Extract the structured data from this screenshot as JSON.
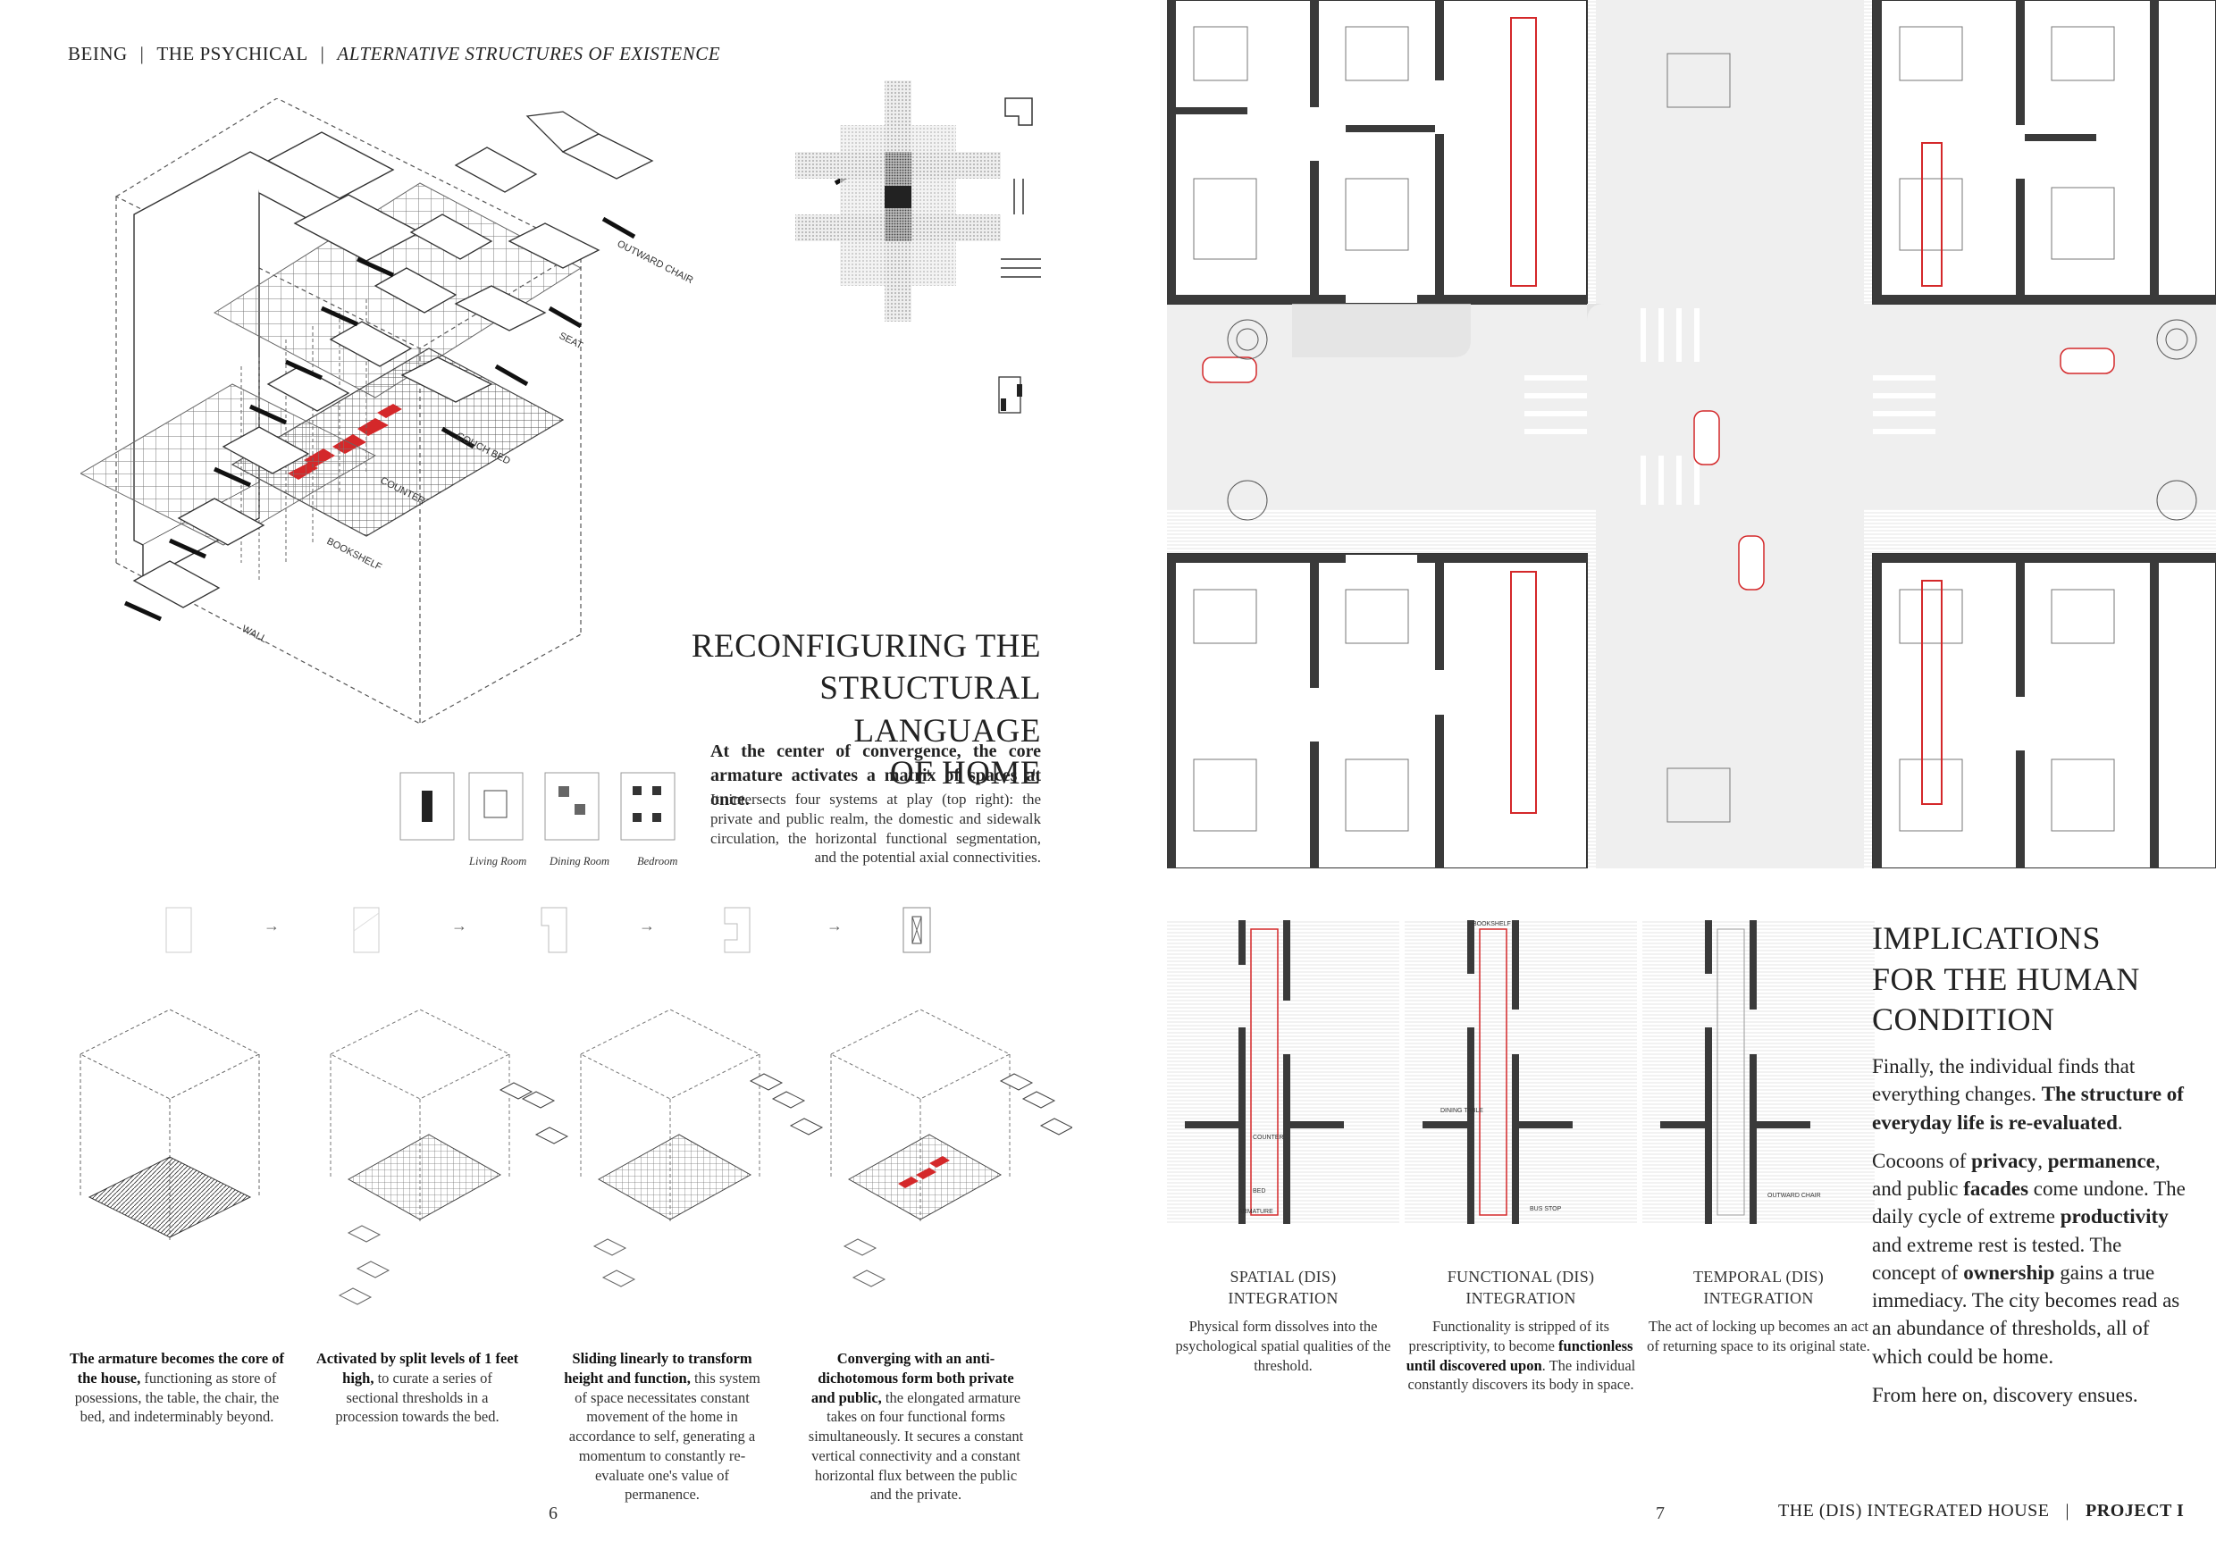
{
  "header": {
    "part1": "BEING",
    "part2": "THE PSYCHICAL",
    "part3": "ALTERNATIVE STRUCTURES OF EXISTENCE"
  },
  "left": {
    "axo_labels": [
      "OUTWARD CHAIR",
      "SEAT",
      "COUCH BED",
      "COUNTER",
      "BOOKSHELF",
      "WALL"
    ],
    "room_labels": [
      "Living Room",
      "Dining Room",
      "Bedroom"
    ],
    "title_lines": [
      "RECONFIGURING THE",
      "STRUCTURAL LANGUAGE",
      "OF HOME"
    ],
    "lead": "At the center of convergence, the core armature activates a matrix of spaces at once.",
    "body": "It intersects four systems at play (top right): the private and public realm, the domestic and sidewalk circulation, the horizontal functional segmentation, and the potential axial connectivities.",
    "arrow": "→",
    "captions": [
      {
        "bold": "The armature becomes the core of the house,",
        "text": " functioning as store of posessions, the table, the chair, the bed, and indeterminably beyond."
      },
      {
        "bold": "Activated by split levels of 1 feet high,",
        "text": " to curate a series of sectional thresholds in a procession towards the bed."
      },
      {
        "bold": "Sliding linearly to transform height and function,",
        "text": " this system of space necessitates constant movement of the home in accordance to self, generating a momentum to constantly re-evaluate one's value of permanence."
      },
      {
        "bold": "Converging with an anti-dichotomous form both private and public,",
        "text": " the elongated armature takes on four functional forms simultaneously. It secures a constant vertical connectivity and a constant horizontal flux between the public and the private."
      }
    ],
    "page_number": "6"
  },
  "right": {
    "plan_labels": [
      "BUS STOP",
      "ARMATURE",
      "DINING TABLE",
      "COUNTER",
      "BED",
      "OUTWARD CHAIR",
      "BOOKSHELF"
    ],
    "title_lines": [
      "IMPLICATIONS",
      "FOR THE HUMAN",
      "CONDITION"
    ],
    "paragraph1_a": "Finally, the individual finds that everything changes. ",
    "paragraph1_b": "The structure of everyday life is re-evaluated",
    "paragraph1_c": ".",
    "paragraph2": [
      {
        "t": "Cocoons of ",
        "b": false
      },
      {
        "t": "privacy",
        "b": true
      },
      {
        "t": ", ",
        "b": false
      },
      {
        "t": "permanence",
        "b": true
      },
      {
        "t": ", and public ",
        "b": false
      },
      {
        "t": "facades",
        "b": true
      },
      {
        "t": " come undone. The daily cycle of extreme ",
        "b": false
      },
      {
        "t": "productivity",
        "b": true
      },
      {
        "t": " and extreme rest is tested. The concept of ",
        "b": false
      },
      {
        "t": "ownership",
        "b": true
      },
      {
        "t": " gains a true immediacy. The city becomes read as an abundance of thresholds, all of which could be home.",
        "b": false
      }
    ],
    "paragraph3": "From here on, discovery ensues.",
    "integrations": [
      {
        "title1": "SPATIAL (DIS)",
        "title2": "INTEGRATION",
        "text": "Physical form dissolves into the psychological spatial qualities of the threshold."
      },
      {
        "title1": "FUNCTIONAL (DIS)",
        "title2": "INTEGRATION",
        "text_a": "Functionality is stripped of its prescriptivity, to become ",
        "text_b": "functionless until discovered upon",
        "text_c": ". The individual constantly discovers its body in space."
      },
      {
        "title1": "TEMPORAL (DIS)",
        "title2": "INTEGRATION",
        "text": "The act of locking up becomes an act of returning space to its original state."
      }
    ],
    "page_number": "7",
    "footer_left": "THE (DIS) INTEGRATED HOUSE",
    "footer_right": "PROJECT I"
  },
  "colors": {
    "accent_red": "#d4282a",
    "wall_dark": "#3a3a3a",
    "street_grey": "#e4e4e4",
    "text": "#222222"
  }
}
